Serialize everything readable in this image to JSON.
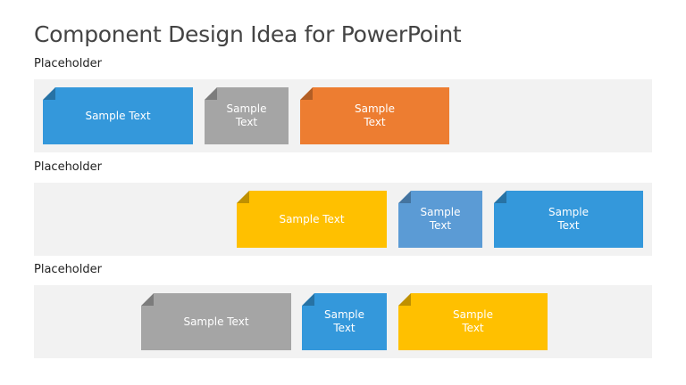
{
  "title": "Component Design Idea for PowerPoint",
  "colors": {
    "blue": "#3498db",
    "gray": "#a5a5a5",
    "orange": "#ed7d31",
    "yellow": "#ffc000",
    "steel_blue": "#5b9bd5",
    "band": "#f2f2f2"
  },
  "rows": [
    {
      "label": "Placeholder",
      "cards": [
        {
          "text": "Sample Text",
          "color": "#3498db"
        },
        {
          "text": "Sample\nText",
          "color": "#a5a5a5"
        },
        {
          "text": "Sample\nText",
          "color": "#ed7d31"
        }
      ]
    },
    {
      "label": "Placeholder",
      "cards": [
        {
          "text": "Sample Text",
          "color": "#ffc000"
        },
        {
          "text": "Sample\nText",
          "color": "#5b9bd5"
        },
        {
          "text": "Sample\nText",
          "color": "#3498db"
        }
      ]
    },
    {
      "label": "Placeholder",
      "cards": [
        {
          "text": "Sample Text",
          "color": "#a5a5a5"
        },
        {
          "text": "Sample\nText",
          "color": "#3498db"
        },
        {
          "text": "Sample\nText",
          "color": "#ffc000"
        }
      ]
    }
  ]
}
